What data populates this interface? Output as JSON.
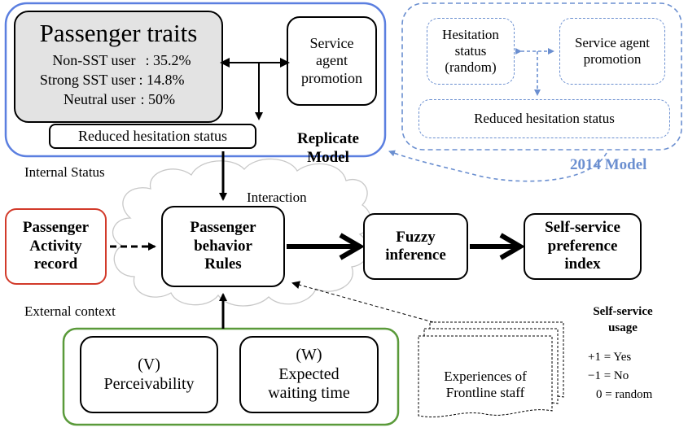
{
  "replicate_model": {
    "traits_title": "Passenger traits",
    "traits": [
      {
        "label": "Non-SST user",
        "value": ": 35.2%"
      },
      {
        "label": "Strong SST user",
        "value": ": 14.8%"
      },
      {
        "label": "Neutral user",
        "value": ": 50%"
      }
    ],
    "service_agent": "Service\nagent\npromotion",
    "reduced_hesitation": "Reduced hesitation status",
    "label": "Replicate\nModel"
  },
  "model_2014": {
    "hesitation": "Hesitation\nstatus\n(random)",
    "service_agent": "Service agent\npromotion",
    "reduced_hesitation": "Reduced hesitation status",
    "label": "2014 Model"
  },
  "labels": {
    "internal_status": "Internal Status",
    "interaction": "Interaction",
    "external_context": "External context"
  },
  "nodes": {
    "activity_record": "Passenger\nActivity\nrecord",
    "behavior_rules": "Passenger\nbehavior\nRules",
    "fuzzy": "Fuzzy\ninference",
    "preference": "Self-service\npreference\nindex"
  },
  "external": {
    "perceivability": "(V)\nPerceivability",
    "waiting": "(W)\nExpected\nwaiting time"
  },
  "frontline": "Experiences of\nFrontline staff",
  "legend": {
    "title": "Self-service\nusage",
    "items": [
      "+1 = Yes",
      "−1 = No",
      "0 = random"
    ]
  },
  "colors": {
    "replicate_border": "#5b7fe0",
    "model2014": "#6b8fd0",
    "activity_border": "#d23a2a",
    "external_border": "#5a9a3a",
    "traits_fill": "#e3e3e3",
    "cloud": "#c8c8c8"
  }
}
